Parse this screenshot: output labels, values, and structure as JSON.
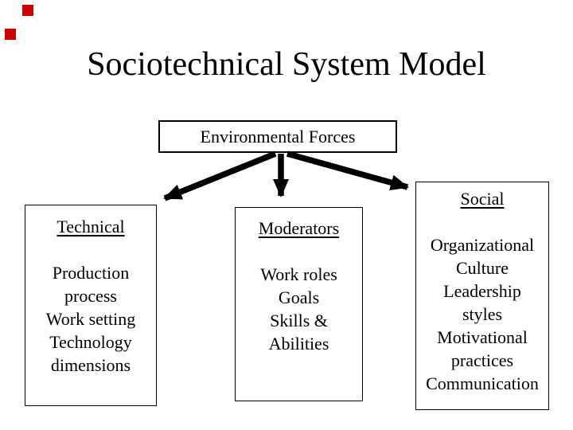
{
  "slide": {
    "title": "Sociotechnical System Model",
    "decoration_color": "#cc0000",
    "text_color": "#000000",
    "env_box": {
      "label": "Environmental Forces"
    },
    "columns": [
      {
        "heading": "Technical",
        "lines": [
          "Production",
          "process",
          "Work setting",
          "Technology",
          "dimensions"
        ]
      },
      {
        "heading": "Moderators",
        "lines": [
          "Work roles",
          "Goals",
          "Skills &",
          "Abilities"
        ]
      },
      {
        "heading": "Social",
        "lines": [
          "Organizational",
          "Culture",
          "Leadership",
          "styles",
          "Motivational",
          "practices",
          "Communication"
        ]
      }
    ]
  }
}
